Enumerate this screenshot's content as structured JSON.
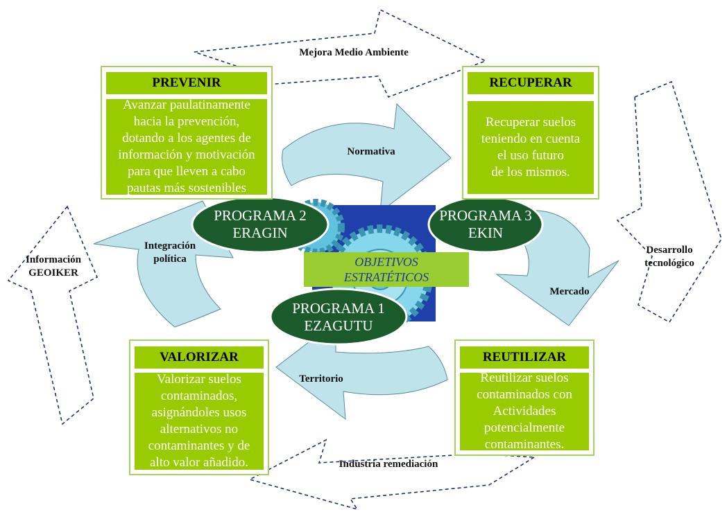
{
  "colors": {
    "green": "#99cc00",
    "dark_green": "#1b5a2a",
    "light_blue_arrow": "#bfe3ea",
    "navy_dashed": "#1f2d7a",
    "blue_square": "#1f3faa"
  },
  "boxes": {
    "prevenir": {
      "title": "PREVENIR",
      "text": "Avanzar paulatinamente\nhacia la prevención,\ndotando a los agentes de\ninformación y motivación\npara que lleven a cabo\npautas más sostenibles"
    },
    "recuperar": {
      "title": "RECUPERAR",
      "text": "Recuperar suelos\nteniendo en cuenta\nel uso futuro\nde los mismos."
    },
    "valorizar": {
      "title": "VALORIZAR",
      "text": "Valorizar suelos\ncontaminados,\nasignándoles usos\nalternativos no\ncontaminantes y de\nalto valor añadido."
    },
    "reutilizar": {
      "title": "REUTILIZAR",
      "text": "Reutilizar suelos\ncontaminados con\nActividades\npotencialmente\ncontaminantes."
    }
  },
  "programs": {
    "p1": "PROGRAMA 1\nEZAGUTU",
    "p2": "PROGRAMA 2\nERAGIN",
    "p3": "PROGRAMA 3\nEKIN"
  },
  "center_label": "OBJETIVOS\nESTRATÉTICOS",
  "arrow_labels": {
    "normativa": "Normativa",
    "mercado": "Mercado",
    "territorio": "Territorio",
    "integracion": "Integración\npolítica"
  },
  "outer_labels": {
    "medio_ambiente": "Mejora Medio Ambiente",
    "desarrollo": "Desarrollo\ntecnológico",
    "industria": "Industria remediación",
    "informacion": "Información\nGEOIKER"
  }
}
